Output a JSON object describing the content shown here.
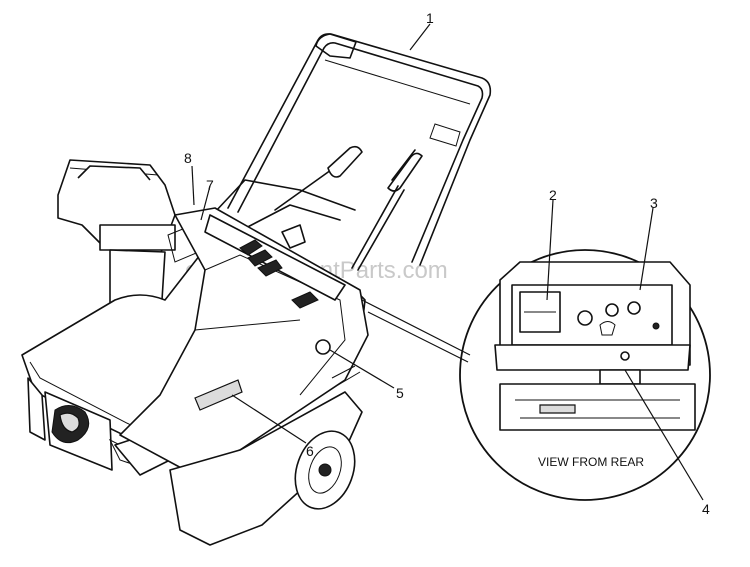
{
  "watermark": "eReplacementParts.com",
  "inset_caption": "VIEW FROM REAR",
  "callouts": {
    "c1": "1",
    "c2": "2",
    "c3": "3",
    "c4": "4",
    "c5": "5",
    "c6": "6",
    "c7": "7",
    "c8": "8"
  }
}
